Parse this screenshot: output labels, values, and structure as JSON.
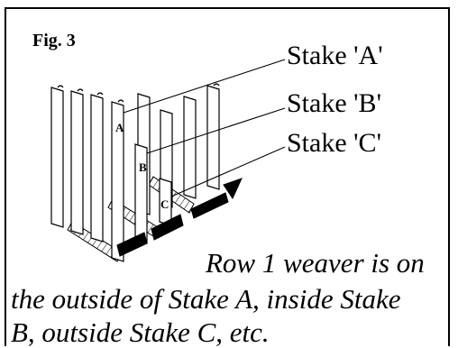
{
  "figure": {
    "label": "Fig. 3"
  },
  "callouts": {
    "stake_a": "Stake 'A'",
    "stake_b": "Stake 'B'",
    "stake_c": "Stake 'C'"
  },
  "stake_letters": {
    "a": "A",
    "b": "B",
    "c": "C"
  },
  "caption": {
    "line1": "Row 1 weaver is on",
    "line2": "the outside of Stake A, inside Stake",
    "line3": "B, outside Stake C, etc."
  },
  "colors": {
    "ink": "#000000",
    "background": "#ffffff"
  }
}
